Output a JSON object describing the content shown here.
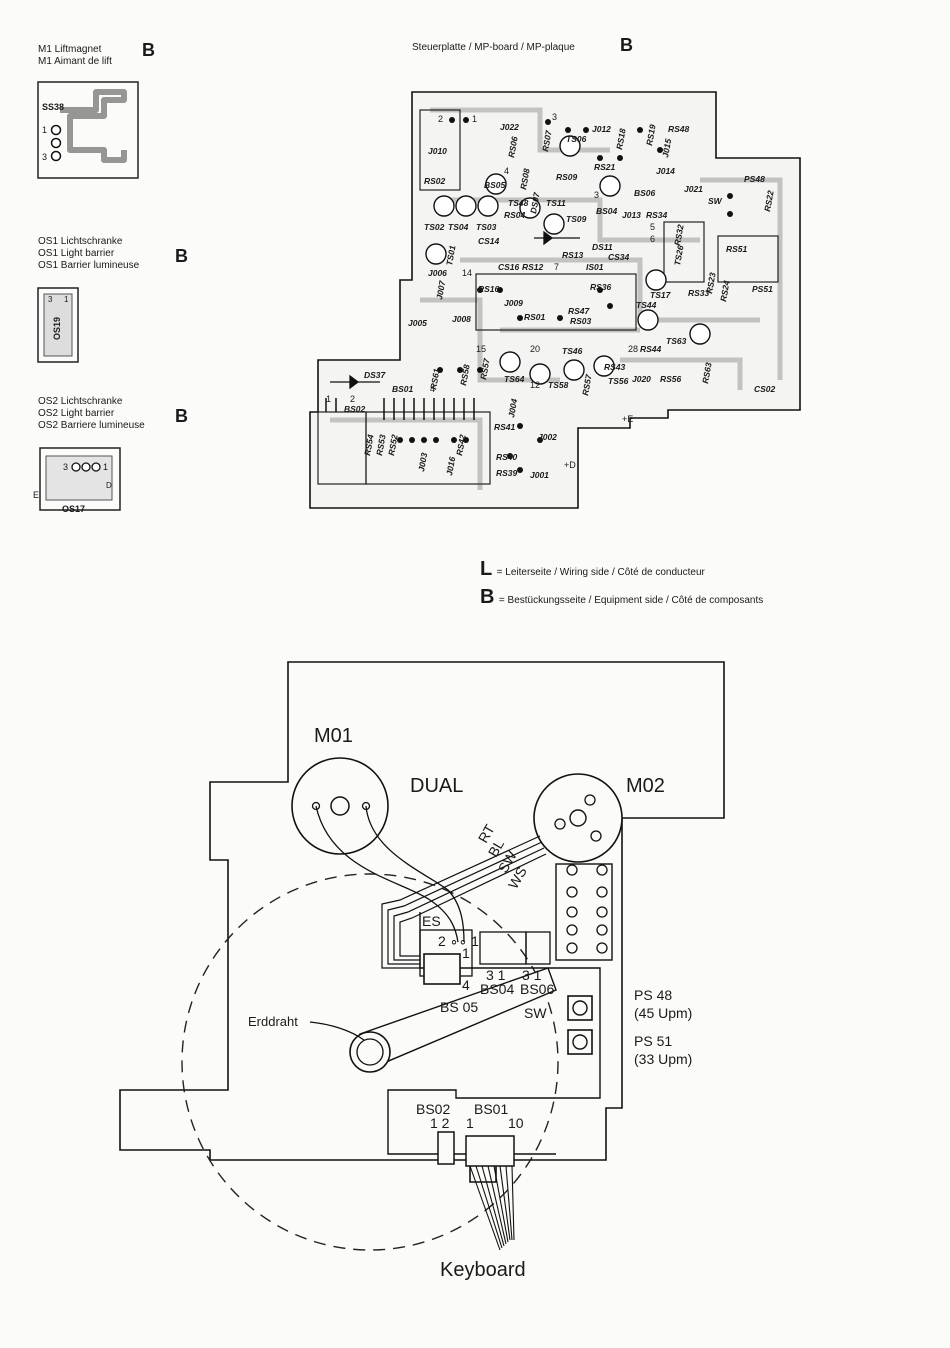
{
  "m1": {
    "line1": "M1 Liftmagnet",
    "line2": "M1 Aimant de lift",
    "side": "B",
    "label": "SS38",
    "pin1": "1",
    "pin3": "3"
  },
  "os1": {
    "line1": "OS1 Lichtschranke",
    "line2": "OS1 Light barrier",
    "line3": "OS1 Barrier lumineuse",
    "side": "B",
    "label": "OS19",
    "pin3": "3",
    "pin1": "1"
  },
  "os2": {
    "line1": "OS2 Lichtschranke",
    "line2": "OS2 Light barrier",
    "line3": "OS2 Barriere lumineuse",
    "side": "B",
    "label": "OS17",
    "pin3": "3",
    "pin1": "1",
    "pinE": "E",
    "pinD": "D"
  },
  "board": {
    "title": "Steuerplatte / MP-board / MP-plaque",
    "side": "B",
    "components": [
      "J022",
      "J012",
      "RS18",
      "RS19",
      "RS48",
      "J010",
      "RS06",
      "RS07",
      "TS06",
      "J015",
      "RS02",
      "RS21",
      "J014",
      "BS05",
      "RS08",
      "RS09",
      "J021",
      "PS48",
      "TS48",
      "DS07",
      "TS11",
      "BS06",
      "SW",
      "RS22",
      "TS02",
      "TS04",
      "TS03",
      "RS04",
      "TS09",
      "BS04",
      "J013",
      "RS34",
      "RS32",
      "CS14",
      "DS11",
      "RS51",
      "TS01",
      "RS13",
      "CS34",
      "CS16",
      "RS12",
      "IS01",
      "TS26",
      "J006",
      "RS16",
      "RS36",
      "TS17",
      "RS33",
      "RS24",
      "PS51",
      "J007",
      "J009",
      "TS44",
      "RS23",
      "J008",
      "RS01",
      "RS47",
      "RS03",
      "J005",
      "TS63",
      "RS44",
      "DS37",
      "TS46",
      "RS43",
      "RS63",
      "BS01",
      "RS61",
      "RS58",
      "RS57",
      "TS64",
      "TS58",
      "TS56",
      "J020",
      "RS56",
      "CS02",
      "BS02",
      "RS57",
      "J004",
      "RS41",
      "RS54",
      "RS53",
      "RS52",
      "RS42",
      "J002",
      "J003",
      "J016",
      "RS40",
      "RS39",
      "J001"
    ],
    "nums": [
      "2",
      "1",
      "3",
      "4",
      "5",
      "6",
      "7",
      "14",
      "15",
      "20",
      "28",
      "12",
      "3",
      "4"
    ],
    "e_mark": "+E",
    "d_mark": "+D",
    "n2": "2",
    "n1": "1"
  },
  "legend": {
    "l_letter": "L",
    "l_text": "= Leiterseite / Wiring side / Côté de conducteur",
    "b_letter": "B",
    "b_text": "= Bestückungsseite / Equipment side / Côté de composants"
  },
  "wiring": {
    "m01": "M01",
    "dual": "DUAL",
    "m02": "M02",
    "wire_colors": [
      "RT",
      "BL",
      "SW",
      "WS"
    ],
    "es": "ES",
    "es_pins": "2 ∘∘ 1",
    "bs04_pins": "3   1",
    "bs06_pins": "3   1",
    "pin4": "4",
    "pin1": "1",
    "bs04": "BS04",
    "bs06": "BS06",
    "bs05": "BS 05",
    "sw": "SW",
    "erddraht": "Erddraht",
    "ps48": "PS 48",
    "ps48_sub": "(45 Upm)",
    "ps51": "PS 51",
    "ps51_sub": "(33 Upm)",
    "bs02": "BS02",
    "bs02_pins": "1  2",
    "bs01": "BS01",
    "bs01_pin1": "1",
    "bs01_pin10": "10",
    "keyboard": "Keyboard"
  }
}
